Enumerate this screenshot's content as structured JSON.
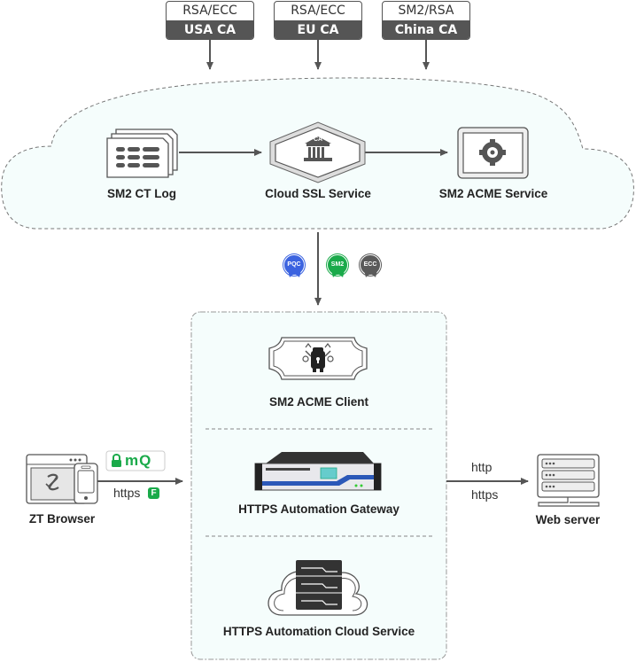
{
  "cas": [
    {
      "algorithms": "RSA/ECC",
      "name": "USA CA"
    },
    {
      "algorithms": "RSA/ECC",
      "name": "EU CA"
    },
    {
      "algorithms": "SM2/RSA",
      "name": "China CA"
    }
  ],
  "cloud": {
    "nodes": {
      "ct_log": "SM2 CT Log",
      "ssl_service": "Cloud SSL Service",
      "acme_service": "SM2 ACME Service"
    },
    "ca_badge_text": "CA"
  },
  "badges": [
    {
      "label": "PQC",
      "color": "#3b63e0"
    },
    {
      "label": "SM2",
      "color": "#1aaa4a"
    },
    {
      "label": "ECC",
      "color": "#5a5a5a"
    }
  ],
  "gateway_box": {
    "acme_client": "SM2 ACME Client",
    "gateway": "HTTPS Automation Gateway",
    "cloud_service": "HTTPS Automation Cloud Service"
  },
  "browser": {
    "label": "ZT Browser",
    "brand_badge": "mQ",
    "protocol": "https",
    "grade_badge": "F"
  },
  "web_server": {
    "label": "Web server",
    "protocol_top": "http",
    "protocol_bottom": "https"
  },
  "colors": {
    "line": "#555555",
    "cloud_fill": "#f5fdfc",
    "green": "#1aaa4a"
  }
}
